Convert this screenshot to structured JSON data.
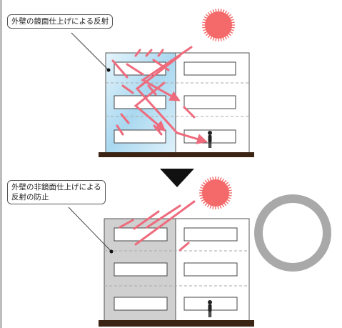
{
  "callouts": {
    "mirror": "外壁の鏡面仕上げによる反射",
    "nonmirror_line1": "外壁の非鏡面仕上げによる",
    "nonmirror_line2": "反射の防止"
  },
  "icons": {
    "sun": "sun-icon",
    "down_arrow": "down-triangle-icon",
    "ring": "ring-icon",
    "person": "person-icon"
  },
  "colors": {
    "sun": "#f46a6a",
    "reflection": "#ee6b7d",
    "mirror_facade": "#bfe3f5",
    "nonmirror_facade": "#d0d0d0",
    "ground": "#3b2414",
    "ring": "#a9a9a9",
    "dashed_floor": "#aaaaaa"
  }
}
